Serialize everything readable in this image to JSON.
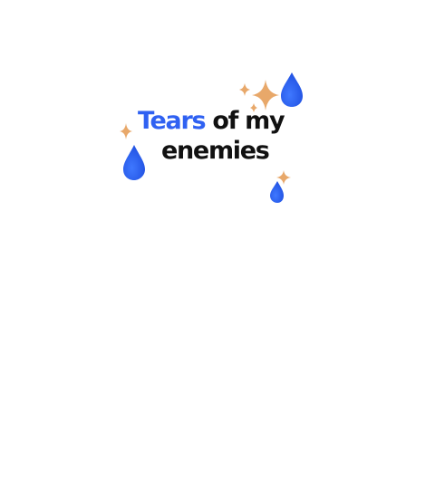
{
  "design": {
    "word_highlight": "Tears",
    "word_rest": "of my",
    "word_line2": "enemies",
    "colors": {
      "highlight_text": "#2f61f2",
      "main_text": "#111111",
      "teardrop": "#2f61f2",
      "sparkle": "#e8a86a",
      "background": "#ffffff"
    },
    "icons": [
      "teardrop-icon",
      "sparkle-icon"
    ]
  }
}
